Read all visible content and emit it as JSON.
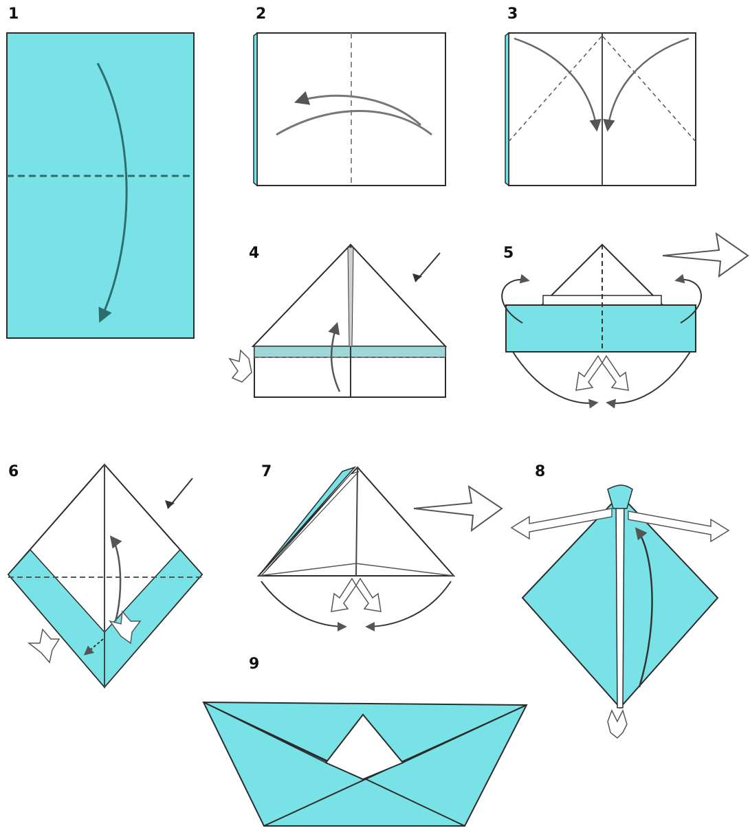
{
  "colors": {
    "paper_fill": "#78E2E6",
    "paper_white": "#ffffff",
    "stroke": "#1a1a1a",
    "fold_line": "#2b6e6e",
    "arrow_gray": "#777777"
  },
  "steps": [
    {
      "number": "1",
      "icon": "fold-paper-in-half-down"
    },
    {
      "number": "2",
      "icon": "fold-in-half-left"
    },
    {
      "number": "3",
      "icon": "fold-corners-to-center"
    },
    {
      "number": "4",
      "icon": "fold-bottom-edge-up"
    },
    {
      "number": "5",
      "icon": "tuck-corners-open-out"
    },
    {
      "number": "6",
      "icon": "fold-bottom-up-both-sides"
    },
    {
      "number": "7",
      "icon": "open-and-flatten"
    },
    {
      "number": "8",
      "icon": "pull-sides-apart"
    },
    {
      "number": "9",
      "icon": "finished-paper-boat"
    }
  ]
}
